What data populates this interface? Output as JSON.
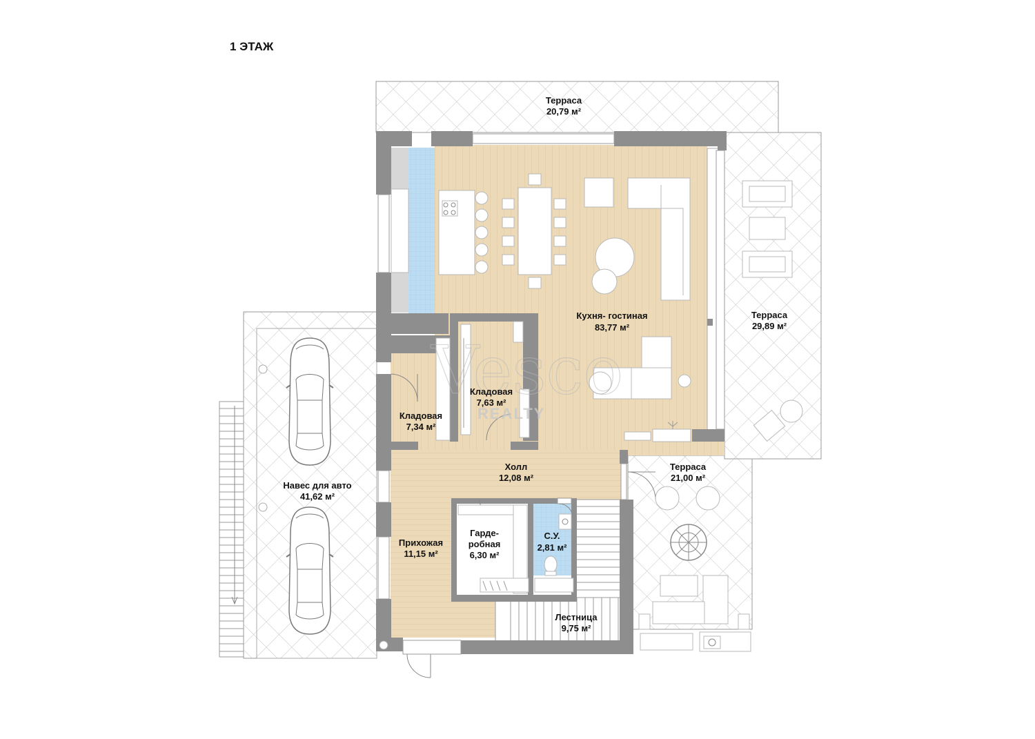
{
  "plan": {
    "title": "1 ЭТАЖ",
    "watermark": {
      "main": "Vesco",
      "sub": "REALTY"
    },
    "colors": {
      "wood": "#ecd9b8",
      "wood_line": "#dcc39a",
      "wall": "#8e8e8e",
      "tile_blue": "#bcdcf2",
      "lattice_line": "#c4c4c4",
      "furniture_stroke": "#b8b8b8"
    },
    "rooms": [
      {
        "key": "terrace_north",
        "name": "Терраса",
        "area": "20,79 м²"
      },
      {
        "key": "terrace_east",
        "name": "Терраса",
        "area": "29,89 м²"
      },
      {
        "key": "kitchen_living",
        "name": "Кухня- гостиная",
        "area": "83,77 м²"
      },
      {
        "key": "pantry_1",
        "name": "Кладовая",
        "area": "7,63 м²"
      },
      {
        "key": "pantry_2",
        "name": "Кладовая",
        "area": "7,34 м²"
      },
      {
        "key": "hall",
        "name": "Холл",
        "area": "12,08 м²"
      },
      {
        "key": "terrace_south",
        "name": "Терраса",
        "area": "21,00 м²"
      },
      {
        "key": "carport",
        "name": "Навес для авто",
        "area": "41,62 м²"
      },
      {
        "key": "entrance",
        "name": "Прихожая",
        "area": "11,15 м²"
      },
      {
        "key": "wardrobe",
        "name": "Гарде-",
        "name2": "робная",
        "area": "6,30 м²"
      },
      {
        "key": "bathroom",
        "name": "С.У.",
        "area": "2,81 м²"
      },
      {
        "key": "stairs",
        "name": "Лестница",
        "area": "9,75 м²"
      }
    ]
  }
}
